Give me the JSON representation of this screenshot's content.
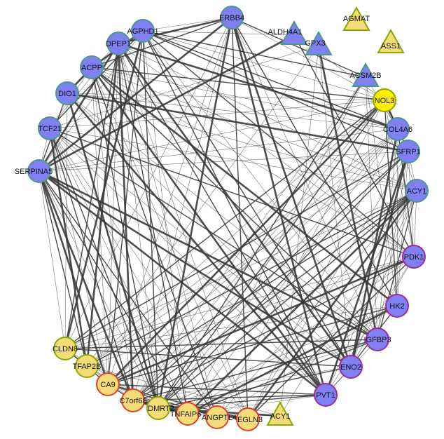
{
  "network": {
    "colors": {
      "edge": "#3a3a3a",
      "blue_fill": "#8080f2",
      "yellow_fill": "#f4dc78",
      "bright_yellow_fill": "#ffee00",
      "outline_green": "#4a9a8c",
      "outline_olive": "#8aa800",
      "outline_red": "#e0402a",
      "outline_purple": "#a02a9a"
    },
    "nodes": [
      {
        "id": "ERBB4",
        "label": "ERBB4",
        "shape": "circle",
        "fill": "blue",
        "outline": "green"
      },
      {
        "id": "AGPHD1",
        "label": "AGPHD1",
        "shape": "circle",
        "fill": "blue",
        "outline": "green"
      },
      {
        "id": "DPEP1",
        "label": "DPEP1",
        "shape": "circle",
        "fill": "blue",
        "outline": "green"
      },
      {
        "id": "ACPP",
        "label": "ACPP",
        "shape": "circle",
        "fill": "blue",
        "outline": "green"
      },
      {
        "id": "DIO1",
        "label": "DIO1",
        "shape": "circle",
        "fill": "blue",
        "outline": "green"
      },
      {
        "id": "TCF21",
        "label": "TCF21",
        "shape": "circle",
        "fill": "blue",
        "outline": "green"
      },
      {
        "id": "SERPINA5",
        "label": "SERPINA5",
        "shape": "circle",
        "fill": "blue",
        "outline": "green"
      },
      {
        "id": "CLDN8",
        "label": "CLDN8",
        "shape": "circle",
        "fill": "yellow",
        "outline": "olive"
      },
      {
        "id": "TFAP2B",
        "label": "TFAP2B",
        "shape": "circle",
        "fill": "yellow",
        "outline": "olive"
      },
      {
        "id": "CA9",
        "label": "CA9",
        "shape": "circle",
        "fill": "yellow",
        "outline": "red"
      },
      {
        "id": "C7orf68",
        "label": "C7orf68",
        "shape": "circle",
        "fill": "yellow",
        "outline": "red"
      },
      {
        "id": "DMRT2",
        "label": "DMRT2",
        "shape": "circle",
        "fill": "yellow",
        "outline": "olive"
      },
      {
        "id": "TNFAIP6",
        "label": "TNFAIP6",
        "shape": "circle",
        "fill": "yellow",
        "outline": "red"
      },
      {
        "id": "ANGPTL4",
        "label": "ANGPTL4",
        "shape": "circle",
        "fill": "yellow",
        "outline": "red"
      },
      {
        "id": "EGLN3",
        "label": "EGLN3",
        "shape": "circle",
        "fill": "yellow",
        "outline": "red"
      },
      {
        "id": "ACY1_tri",
        "label": "ACY1",
        "shape": "triangle",
        "fill": "yellow",
        "outline": "olive"
      },
      {
        "id": "PVT1",
        "label": "PVT1",
        "shape": "circle",
        "fill": "blue",
        "outline": "purple"
      },
      {
        "id": "ENO2",
        "label": "ENO2",
        "shape": "circle",
        "fill": "blue",
        "outline": "purple"
      },
      {
        "id": "IGFBP3",
        "label": "IGFBP3",
        "shape": "circle",
        "fill": "blue",
        "outline": "purple"
      },
      {
        "id": "HK2",
        "label": "HK2",
        "shape": "circle",
        "fill": "blue",
        "outline": "purple"
      },
      {
        "id": "PDK1",
        "label": "PDK1",
        "shape": "circle",
        "fill": "blue",
        "outline": "purple"
      },
      {
        "id": "ACY1",
        "label": "ACY1",
        "shape": "circle",
        "fill": "blue",
        "outline": "green"
      },
      {
        "id": "SFRP1",
        "label": "SFRP1",
        "shape": "circle",
        "fill": "blue",
        "outline": "green"
      },
      {
        "id": "COL4A6",
        "label": "COL4A6",
        "shape": "circle",
        "fill": "blue",
        "outline": "green"
      },
      {
        "id": "NOL3",
        "label": "NOL3",
        "shape": "circle",
        "fill": "bright_yellow",
        "outline": "olive"
      },
      {
        "id": "ACSM2B",
        "label": "ACSM2B",
        "shape": "triangle",
        "fill": "blue",
        "outline": "green"
      },
      {
        "id": "ALDH4A1",
        "label": "ALDH4A1",
        "shape": "triangle",
        "fill": "blue",
        "outline": "green"
      },
      {
        "id": "GPX3",
        "label": "GPX3",
        "shape": "triangle",
        "fill": "blue",
        "outline": "green"
      },
      {
        "id": "AGMAT",
        "label": "AGMAT",
        "shape": "triangle",
        "fill": "yellow",
        "outline": "olive"
      },
      {
        "id": "ASS1",
        "label": "ASS1",
        "shape": "triangle",
        "fill": "yellow",
        "outline": "olive"
      }
    ]
  }
}
